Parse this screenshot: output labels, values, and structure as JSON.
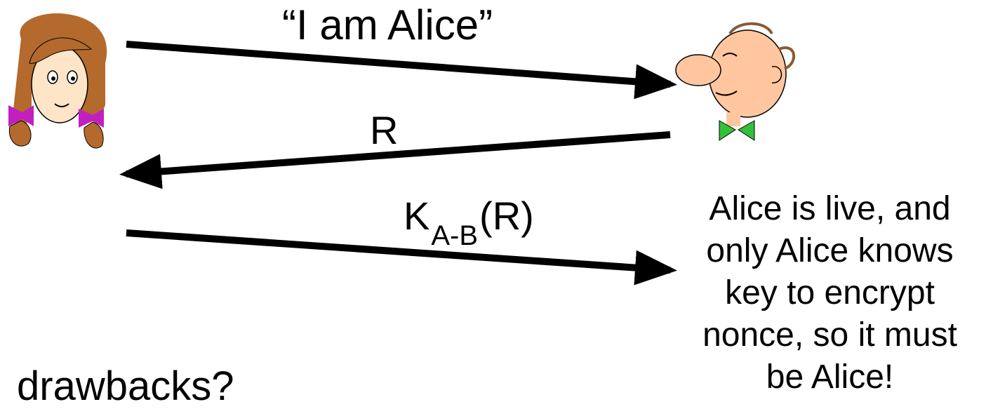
{
  "participants": {
    "alice": {
      "icon": "girl-cartoon-icon"
    },
    "bob": {
      "icon": "man-cartoon-icon"
    }
  },
  "messages": [
    {
      "from": "Alice",
      "to": "Bob",
      "label": "“I am Alice”"
    },
    {
      "from": "Bob",
      "to": "Alice",
      "label": "R"
    },
    {
      "from": "Alice",
      "to": "Bob",
      "label_main": "K",
      "label_sub": "A-B",
      "label_suffix": "(R)"
    }
  ],
  "conclusion": "Alice is live, and only Alice knows key to encrypt nonce, so it must be Alice!",
  "question": "drawbacks?",
  "colors": {
    "arrow": "#000000",
    "background": "#ffffff",
    "alice_hair": "#b36a2c",
    "alice_bow": "#c21fbf",
    "bob_skin": "#ffc6a0",
    "bob_bowtie": "#33c03a"
  }
}
